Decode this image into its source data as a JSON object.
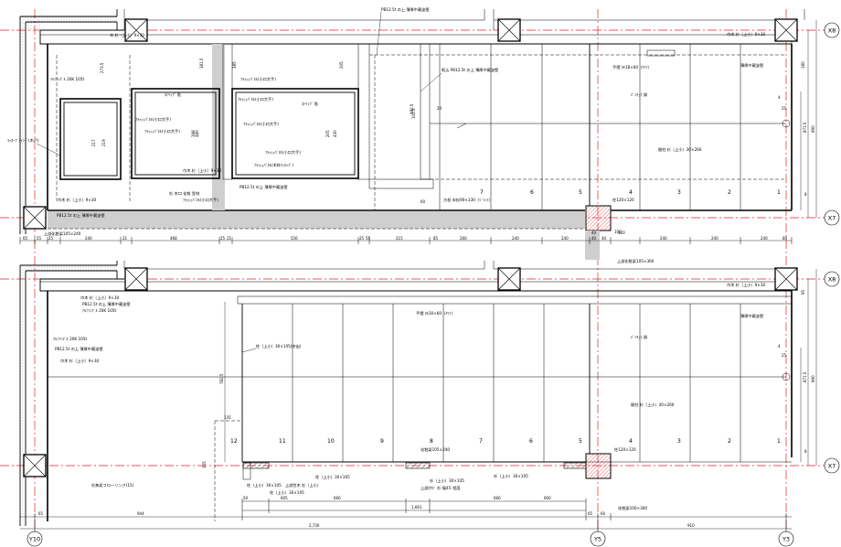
{
  "grid_labels": {
    "x8_top": "X8",
    "x7_top": "X7",
    "x8_bottom": "X8",
    "x7_bottom": "X7",
    "y10": "Y10",
    "y5": "Y5",
    "y3": "Y3"
  },
  "top_plan": {
    "bays": [
      "7",
      "6",
      "5",
      "4",
      "3",
      "2",
      "1"
    ],
    "dims_bottom": [
      "65",
      "55",
      "25",
      "240",
      "21",
      "468",
      "25",
      "21",
      "556",
      "25",
      "55",
      "215",
      "85",
      "260",
      "240",
      "240",
      "40",
      "40",
      "120",
      "240",
      "240",
      "240",
      "80"
    ],
    "dims_right": [
      "4",
      "25",
      "180",
      "871.5",
      "990",
      "8"
    ],
    "dims_mid": [
      "100",
      "40",
      "102.5",
      "20"
    ],
    "dims_vert": [
      "217",
      "219",
      "398",
      "381.5",
      "273.5",
      "480",
      "430",
      "205",
      "205",
      "482.5",
      "385",
      "60"
    ],
    "labels": {
      "a1": "PB12.5t の上 薄厚中蔵塗壁",
      "a2": "框込 PB12.5t の上 薄厚中蔵塗壁",
      "a3": "木 杉（上小）9×30",
      "a4": "ｱﾙﾐｱﾝｸﾞﾙ 20K 105t",
      "a5": "ﾗｯｶｰﾌﾞﾗｲﾝﾄﾞ(木戸)",
      "a6": "ｽﾄﾘｯﾌﾟ 貼",
      "a7": "ﾌﾗｯｼｭﾊﾟﾈﾙ(小口大手)",
      "a8": "ﾌﾗｯｼｭﾊﾟﾈﾙ(小口大手)",
      "a9": "ﾌﾗｯｼｭﾊﾟﾈﾙ(小口大手)",
      "a10": "ﾌﾗｯｼｭﾊﾟﾈﾙ(小口大手)",
      "a11": "ﾌﾗｯｼｭﾊﾟﾈﾙ(木枠ｸｯｷﾝｸﾞ)",
      "a12": "巾木 杉（上小）9×30",
      "a13": "PB12.5t の上 薄厚中蔵塗壁",
      "a14": "上部化粧梁105×240",
      "a15": "方杖 米松90×330（ﾍﾟｲﾝﾄ）",
      "a16": "間柱 杉（上小）30×260",
      "a17": "ﾊﾞﾝﾁｭｸ 調",
      "a18": "手摺 ﾀﾓ18×60（ｸﾘｱ）",
      "a19": "巾木 杉（上小）9×30",
      "a20": "薄厚中蔵塗壁",
      "a21": "柱120×120",
      "a22": "上部化粧梁105×360",
      "a23": "ｽﾄﾘｯﾌﾟ 貼",
      "a24": "ﾌﾗｯｼｭﾊﾟﾈﾙ(小口大手)",
      "a25": "杉 木口 化粧 受材",
      "a26": "ﾌﾗｯｼｭﾊﾟﾈﾙ(小口大手)",
      "a27": "巾木 杉（上小）9×30",
      "a28": "ﾌﾗｯｼｭﾊﾟﾈﾙ(小口大手)",
      "a29": "PB12.5t の上 薄厚中蔵塗壁"
    }
  },
  "bottom_plan": {
    "bays": [
      "12",
      "11",
      "10",
      "9",
      "8",
      "7",
      "6",
      "5",
      "4",
      "3",
      "2",
      "1"
    ],
    "dims_bottom": [
      "65",
      "944",
      "2,730",
      "910",
      "65",
      "60",
      "1,661"
    ],
    "dims_mid": [
      "135",
      "50",
      "605",
      "666",
      "666",
      "600",
      "305"
    ],
    "dims_right": [
      "4",
      "25",
      "871.5",
      "990",
      "95",
      "8"
    ],
    "dims_vert": [
      "782.5"
    ],
    "labels": {
      "b1": "巾木 杉（上小）9×30",
      "b2": "PB12.5t の上 薄厚中蔵塗壁",
      "b3": "ｱﾙﾐｱﾝｸﾞﾙ 20K 105t",
      "b4": "ｱﾙﾐｱﾝｸﾞﾙ 20K 105t",
      "b5": "PB12.5t の上 薄厚中蔵塗壁",
      "b6": "巾木 杉（上小）9×30",
      "b7": "柱（上小）30×105(突出)",
      "b8": "手摺 ﾀﾓ30×60（ｸﾘｱ）",
      "b9": "ﾊﾞﾝﾁｭｸ 調",
      "b10": "間柱 杉（上小）30×260",
      "b11": "巾木 杉（上小）9×30",
      "b12": "薄厚中蔵塗壁",
      "b13": "化粧梁105×240",
      "b14": "柱120×120",
      "b15": "柱（上小）30×165",
      "b16": "柱（上小）30×105",
      "b17": "上部笠木 杉（上小）",
      "b18": "杉（上小）30×105",
      "b19": "上部ｶｻｷﾞ 杉 幅45ﾞ程度",
      "b20": "杉（上小）30×105",
      "b21": "化粧梁100×300",
      "b22": "杉無垢フローリング(15)",
      "b23": "柱（上小）30×105"
    }
  }
}
